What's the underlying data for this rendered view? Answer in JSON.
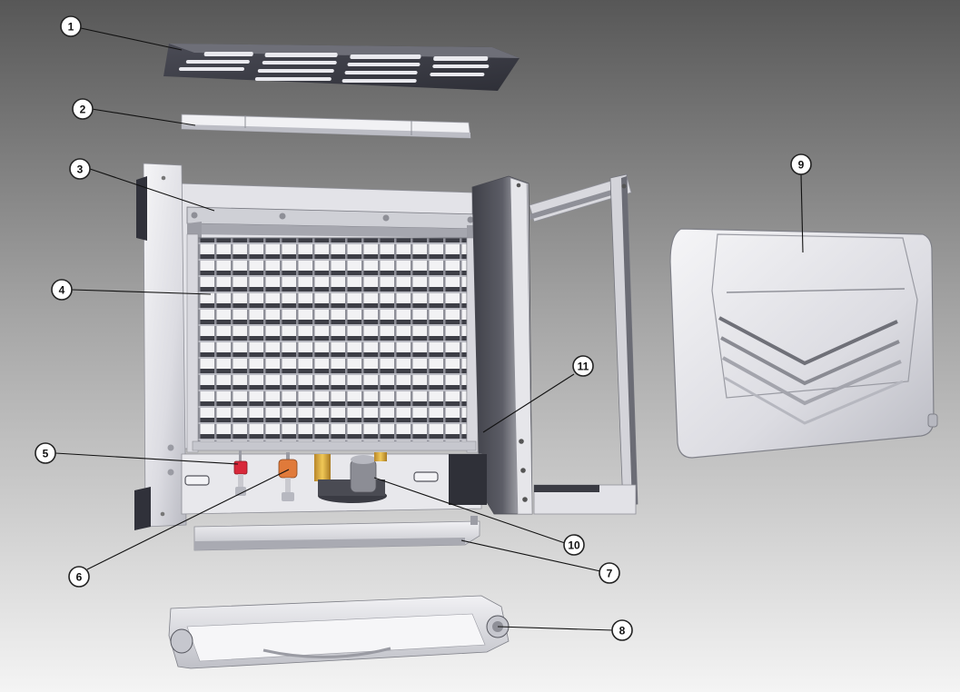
{
  "colors": {
    "background_top": "#5a5a5a",
    "background_bottom": "#f2f2f2",
    "metal_light": "#e6e6ea",
    "metal_mid": "#c9c9cf",
    "metal_dark": "#55565e",
    "grille_dark": "#3c3d46",
    "red_part": "#d8283a",
    "orange_part": "#e07a3a",
    "gold_part": "#e0b040",
    "callout_fill": "#ffffff",
    "callout_stroke": "#222222"
  },
  "callouts": [
    {
      "label": "1"
    },
    {
      "label": "2"
    },
    {
      "label": "3"
    },
    {
      "label": "4"
    },
    {
      "label": "5"
    },
    {
      "label": "6"
    },
    {
      "label": "7"
    },
    {
      "label": "8"
    },
    {
      "label": "9"
    },
    {
      "label": "10"
    },
    {
      "label": "11"
    }
  ]
}
